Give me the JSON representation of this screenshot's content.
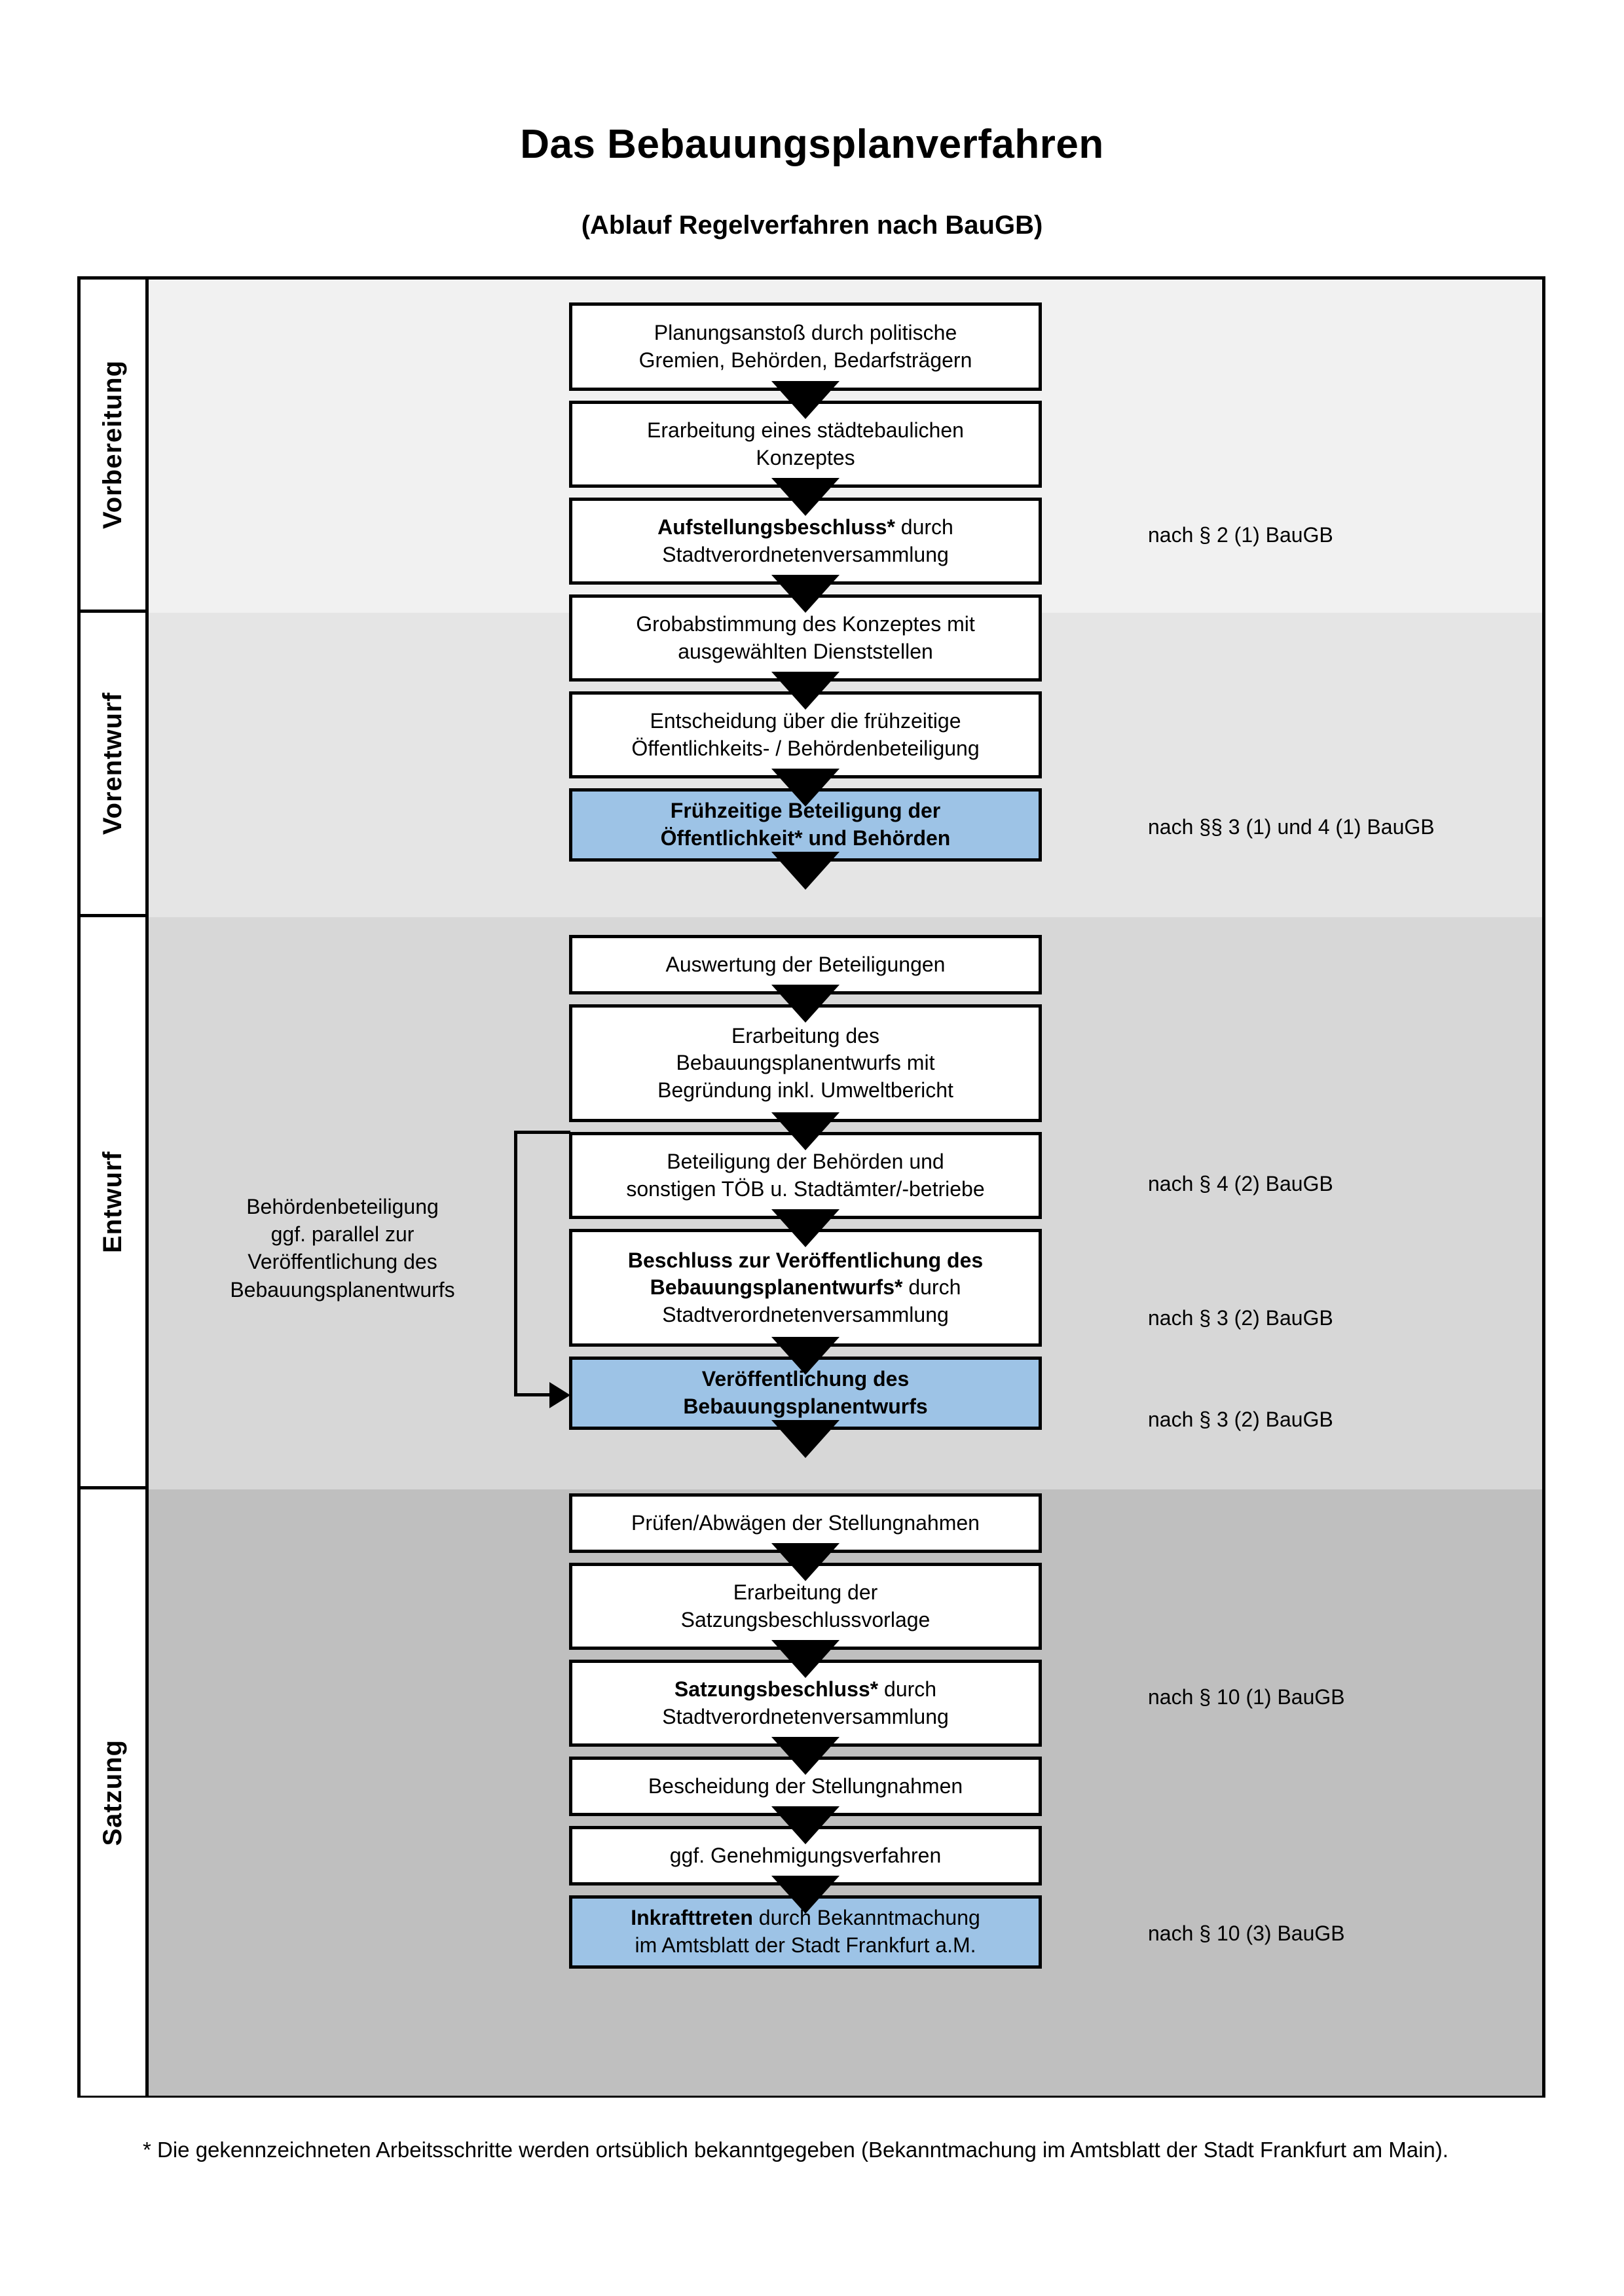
{
  "title": {
    "main": "Das Bebauungsplanverfahren",
    "sub": "(Ablauf Regelverfahren nach BauGB)"
  },
  "phases": [
    {
      "label": "Vorbereitung",
      "band_color": "#F1F1F1"
    },
    {
      "label": "Vorentwurf",
      "band_color": "#E5E5E5"
    },
    {
      "label": "Entwurf",
      "band_color": "#D7D7D7"
    },
    {
      "label": "Satzung",
      "band_color": "#BFBFBF"
    }
  ],
  "steps": [
    {
      "id": "planungsanstoss",
      "phase": "Vorbereitung",
      "highlight": false,
      "lines": [
        {
          "text": "Planungsanstoß durch politische",
          "bold": false
        },
        {
          "text": "Gremien, Behörden, Bedarfsträgern",
          "bold": false
        }
      ]
    },
    {
      "id": "staedtebauliches-konzept",
      "phase": "Vorbereitung",
      "highlight": false,
      "lines": [
        {
          "text": "Erarbeitung eines städtebaulichen",
          "bold": false
        },
        {
          "text": "Konzeptes",
          "bold": false
        }
      ]
    },
    {
      "id": "aufstellungsbeschluss",
      "phase": "Vorbereitung",
      "highlight": false,
      "lines": [
        {
          "text": "Aufstellungsbeschluss* durch",
          "bold": "partial",
          "bold_part": "Aufstellungsbeschluss*",
          "rest": " durch"
        },
        {
          "text": "Stadtverordnetenversammlung",
          "bold": false
        }
      ]
    },
    {
      "id": "grobabstimmung",
      "phase": "Vorentwurf",
      "highlight": false,
      "lines": [
        {
          "text": "Grobabstimmung des Konzeptes mit",
          "bold": false
        },
        {
          "text": "ausgewählten Dienststellen",
          "bold": false
        }
      ]
    },
    {
      "id": "entscheidung-fruehzeitige",
      "phase": "Vorentwurf",
      "highlight": false,
      "lines": [
        {
          "text": "Entscheidung über die frühzeitige",
          "bold": false
        },
        {
          "text": "Öffentlichkeits- / Behördenbeteiligung",
          "bold": false
        }
      ]
    },
    {
      "id": "fruehzeitige-beteiligung",
      "phase": "Vorentwurf",
      "highlight": true,
      "lines": [
        {
          "text": "Frühzeitige Beteiligung der",
          "bold": true
        },
        {
          "text": "Öffentlichkeit* und Behörden",
          "bold": true
        }
      ]
    },
    {
      "id": "auswertung-beteiligungen",
      "phase": "Entwurf",
      "highlight": false,
      "lines": [
        {
          "text": "Auswertung der Beteiligungen",
          "bold": false
        }
      ]
    },
    {
      "id": "erarbeitung-entwurf",
      "phase": "Entwurf",
      "highlight": false,
      "lines": [
        {
          "text": "Erarbeitung des",
          "bold": false
        },
        {
          "text": "Bebauungsplanentwurfs mit",
          "bold": false
        },
        {
          "text": "Begründung inkl. Umweltbericht",
          "bold": false
        }
      ]
    },
    {
      "id": "beteiligung-behoerden",
      "phase": "Entwurf",
      "highlight": false,
      "lines": [
        {
          "text": "Beteiligung der Behörden und",
          "bold": false
        },
        {
          "text": "sonstigen TÖB u. Stadtämter/-betriebe",
          "bold": false
        }
      ]
    },
    {
      "id": "beschluss-veroeffentlichung",
      "phase": "Entwurf",
      "highlight": false,
      "lines": [
        {
          "text": "Beschluss zur Veröffentlichung des",
          "bold": true
        },
        {
          "text": "Bebauungsplanentwurfs* durch",
          "bold": "partial",
          "bold_part": "Bebauungsplanentwurfs*",
          "rest": " durch"
        },
        {
          "text": "Stadtverordnetenversammlung",
          "bold": false
        }
      ]
    },
    {
      "id": "veroeffentlichung-entwurf",
      "phase": "Entwurf",
      "highlight": true,
      "lines": [
        {
          "text": "Veröffentlichung des",
          "bold": true
        },
        {
          "text": "Bebauungsplanentwurfs",
          "bold": true
        }
      ]
    },
    {
      "id": "pruefen-abwaegen",
      "phase": "Satzung",
      "highlight": false,
      "lines": [
        {
          "text": "Prüfen/Abwägen der Stellungnahmen",
          "bold": false
        }
      ]
    },
    {
      "id": "satzungsbeschlussvorlage",
      "phase": "Satzung",
      "highlight": false,
      "lines": [
        {
          "text": "Erarbeitung der",
          "bold": false
        },
        {
          "text": "Satzungsbeschlussvorlage",
          "bold": false
        }
      ]
    },
    {
      "id": "satzungsbeschluss",
      "phase": "Satzung",
      "highlight": false,
      "lines": [
        {
          "text": "Satzungsbeschluss* durch",
          "bold": "partial",
          "bold_part": "Satzungsbeschluss*",
          "rest": " durch"
        },
        {
          "text": "Stadtverordnetenversammlung",
          "bold": false
        }
      ]
    },
    {
      "id": "bescheidung-stellungnahmen",
      "phase": "Satzung",
      "highlight": false,
      "lines": [
        {
          "text": "Bescheidung der Stellungnahmen",
          "bold": false
        }
      ]
    },
    {
      "id": "genehmigungsverfahren",
      "phase": "Satzung",
      "highlight": false,
      "lines": [
        {
          "text": "ggf. Genehmigungsverfahren",
          "bold": false
        }
      ]
    },
    {
      "id": "inkrafttreten",
      "phase": "Satzung",
      "highlight": true,
      "lines": [
        {
          "text": "Inkrafttreten durch Bekanntmachung",
          "bold": "partial",
          "bold_part": "Inkrafttreten",
          "rest": " durch Bekanntmachung"
        },
        {
          "text": "im Amtsblatt der Stadt Frankfurt a.M.",
          "bold": false
        }
      ]
    }
  ],
  "step_text": {
    "s0_l0": "Planungsanstoß durch politische",
    "s0_l1": "Gremien, Behörden, Bedarfsträgern",
    "s1_l0": "Erarbeitung eines städtebaulichen",
    "s1_l1": "Konzeptes",
    "s2_l0_b": "Aufstellungsbeschluss*",
    "s2_l0_r": " durch",
    "s2_l1": "Stadtverordnetenversammlung",
    "s3_l0": "Grobabstimmung des Konzeptes mit",
    "s3_l1": "ausgewählten Dienststellen",
    "s4_l0": "Entscheidung über die frühzeitige",
    "s4_l1": "Öffentlichkeits- / Behördenbeteiligung",
    "s5_l0": "Frühzeitige Beteiligung der",
    "s5_l1": "Öffentlichkeit* und Behörden",
    "s6_l0": "Auswertung der Beteiligungen",
    "s7_l0": "Erarbeitung des",
    "s7_l1": "Bebauungsplanentwurfs mit",
    "s7_l2": "Begründung inkl. Umweltbericht",
    "s8_l0": "Beteiligung der Behörden und",
    "s8_l1": "sonstigen TÖB u. Stadtämter/-betriebe",
    "s9_l0": "Beschluss zur Veröffentlichung des",
    "s9_l1_b": "Bebauungsplanentwurfs*",
    "s9_l1_r": " durch",
    "s9_l2": "Stadtverordnetenversammlung",
    "s10_l0": "Veröffentlichung des",
    "s10_l1": "Bebauungsplanentwurfs",
    "s11_l0": "Prüfen/Abwägen der Stellungnahmen",
    "s12_l0": "Erarbeitung der",
    "s12_l1": "Satzungsbeschlussvorlage",
    "s13_l0_b": "Satzungsbeschluss*",
    "s13_l0_r": " durch",
    "s13_l1": "Stadtverordnetenversammlung",
    "s14_l0": "Bescheidung der Stellungnahmen",
    "s15_l0": "ggf. Genehmigungsverfahren",
    "s16_l0_b": "Inkrafttreten",
    "s16_l0_r": " durch Bekanntmachung",
    "s16_l1": "im Amtsblatt der Stadt Frankfurt a.M."
  },
  "side_note": {
    "l0": "Behördenbeteiligung",
    "l1": "ggf. parallel zur",
    "l2": "Veröffentlichung des",
    "l3": "Bebauungsplanentwurfs"
  },
  "law_refs": [
    {
      "id": "ref-aufstellungsbeschluss",
      "text": "nach § 2 (1) BauGB"
    },
    {
      "id": "ref-fruehzeitige-beteiligung",
      "text": "nach §§ 3 (1) und 4 (1) BauGB"
    },
    {
      "id": "ref-beteiligung-behoerden",
      "text": "nach § 4 (2) BauGB"
    },
    {
      "id": "ref-beschluss-veroeffentlichung",
      "text": "nach § 3 (2) BauGB"
    },
    {
      "id": "ref-veroeffentlichung-entwurf",
      "text": "nach § 3 (2) BauGB"
    },
    {
      "id": "ref-satzungsbeschluss",
      "text": "nach § 10 (1) BauGB"
    },
    {
      "id": "ref-inkrafttreten",
      "text": "nach § 10 (3) BauGB"
    }
  ],
  "footnote": {
    "text": "* Die gekennzeichneten Arbeitsschritte werden ortsüblich bekanntgegeben (Bekanntmachung im Amtsblatt  der Stadt Frankfurt am Main)."
  },
  "colors": {
    "highlight_blue": "#9DC3E6",
    "band_vorbereitung": "#F1F1F1",
    "band_vorentwurf": "#E5E5E5",
    "band_entwurf": "#D7D7D7",
    "band_satzung": "#BFBFBF",
    "border": "#000000",
    "page_background": "#FFFFFF"
  }
}
